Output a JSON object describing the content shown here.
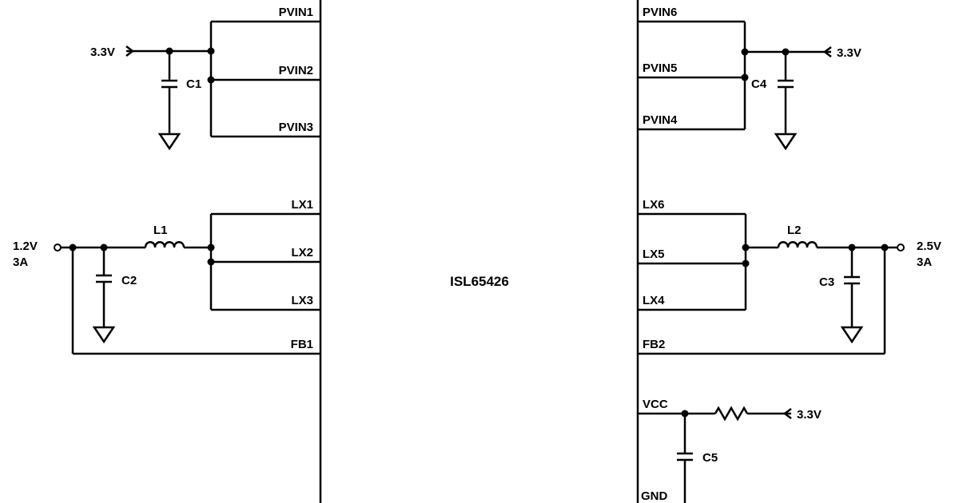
{
  "chip": {
    "name": "ISL65426",
    "left_pins": [
      "PVIN1",
      "PVIN2",
      "PVIN3",
      "LX1",
      "LX2",
      "LX3",
      "FB1"
    ],
    "right_pins": [
      "PVIN6",
      "PVIN5",
      "PVIN4",
      "LX6",
      "LX5",
      "LX4",
      "FB2",
      "VCC",
      "GND"
    ]
  },
  "components": {
    "c1": "C1",
    "c2": "C2",
    "c3": "C3",
    "c4": "C4",
    "c5": "C5",
    "l1": "L1",
    "l2": "L2"
  },
  "supplies": {
    "left_input": "3.3V",
    "right_input": "3.3V",
    "vcc_input": "3.3V"
  },
  "outputs": {
    "out1": {
      "voltage": "1.2V",
      "current": "3A"
    },
    "out2": {
      "voltage": "2.5V",
      "current": "3A"
    }
  }
}
